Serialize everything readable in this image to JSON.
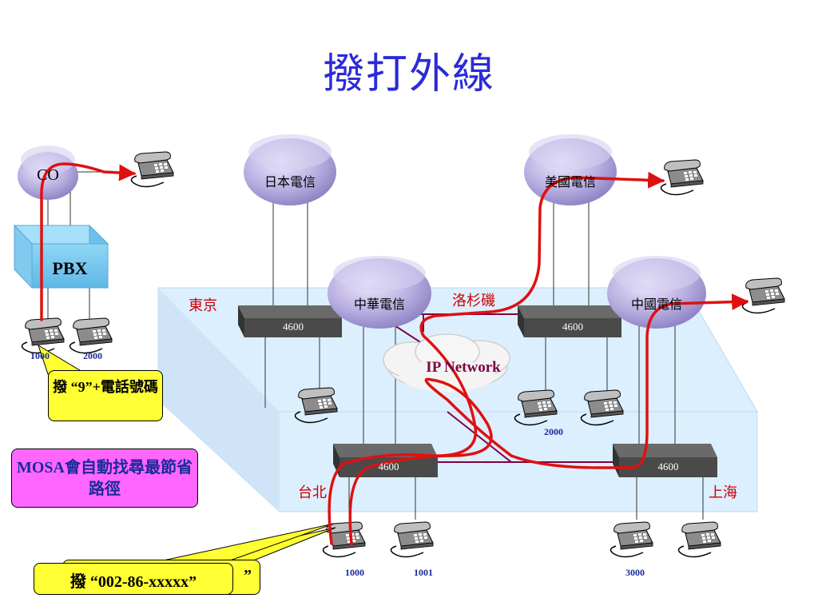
{
  "title": "撥打外線",
  "carriers": {
    "co": "CO",
    "japan": "日本電信",
    "usa": "美國電信",
    "taiwan": "中華電信",
    "china": "中國電信"
  },
  "pbx_label": "PBX",
  "switch_label": "4600",
  "network_label": "IP Network",
  "cities": {
    "tokyo": "東京",
    "la": "洛杉磯",
    "taipei": "台北",
    "shanghai": "上海"
  },
  "extensions": {
    "pbx_1000": "1000",
    "pbx_2000": "2000",
    "la_2000": "2000",
    "taipei_1000": "1000",
    "taipei_1001": "1001",
    "shanghai_3000": "3000"
  },
  "callouts": {
    "dial9": "撥 “9”+電話號碼",
    "mosa": "MOSA會自動找尋最節省路徑",
    "dial_intl": "撥 “002-86-xxxxx”",
    "dial_intl_back": "”"
  },
  "colors": {
    "title": "#2b2bd8",
    "route": "#e01010",
    "cloud_node": "#b8aee0",
    "switch": "#4a4a4a",
    "platform": "#d8ecf8",
    "callout_yellow": "#ffff33",
    "callout_pink": "#ff66ff",
    "city_label": "#cc0000",
    "extension": "#1a2a99",
    "trunk": "#800040"
  }
}
